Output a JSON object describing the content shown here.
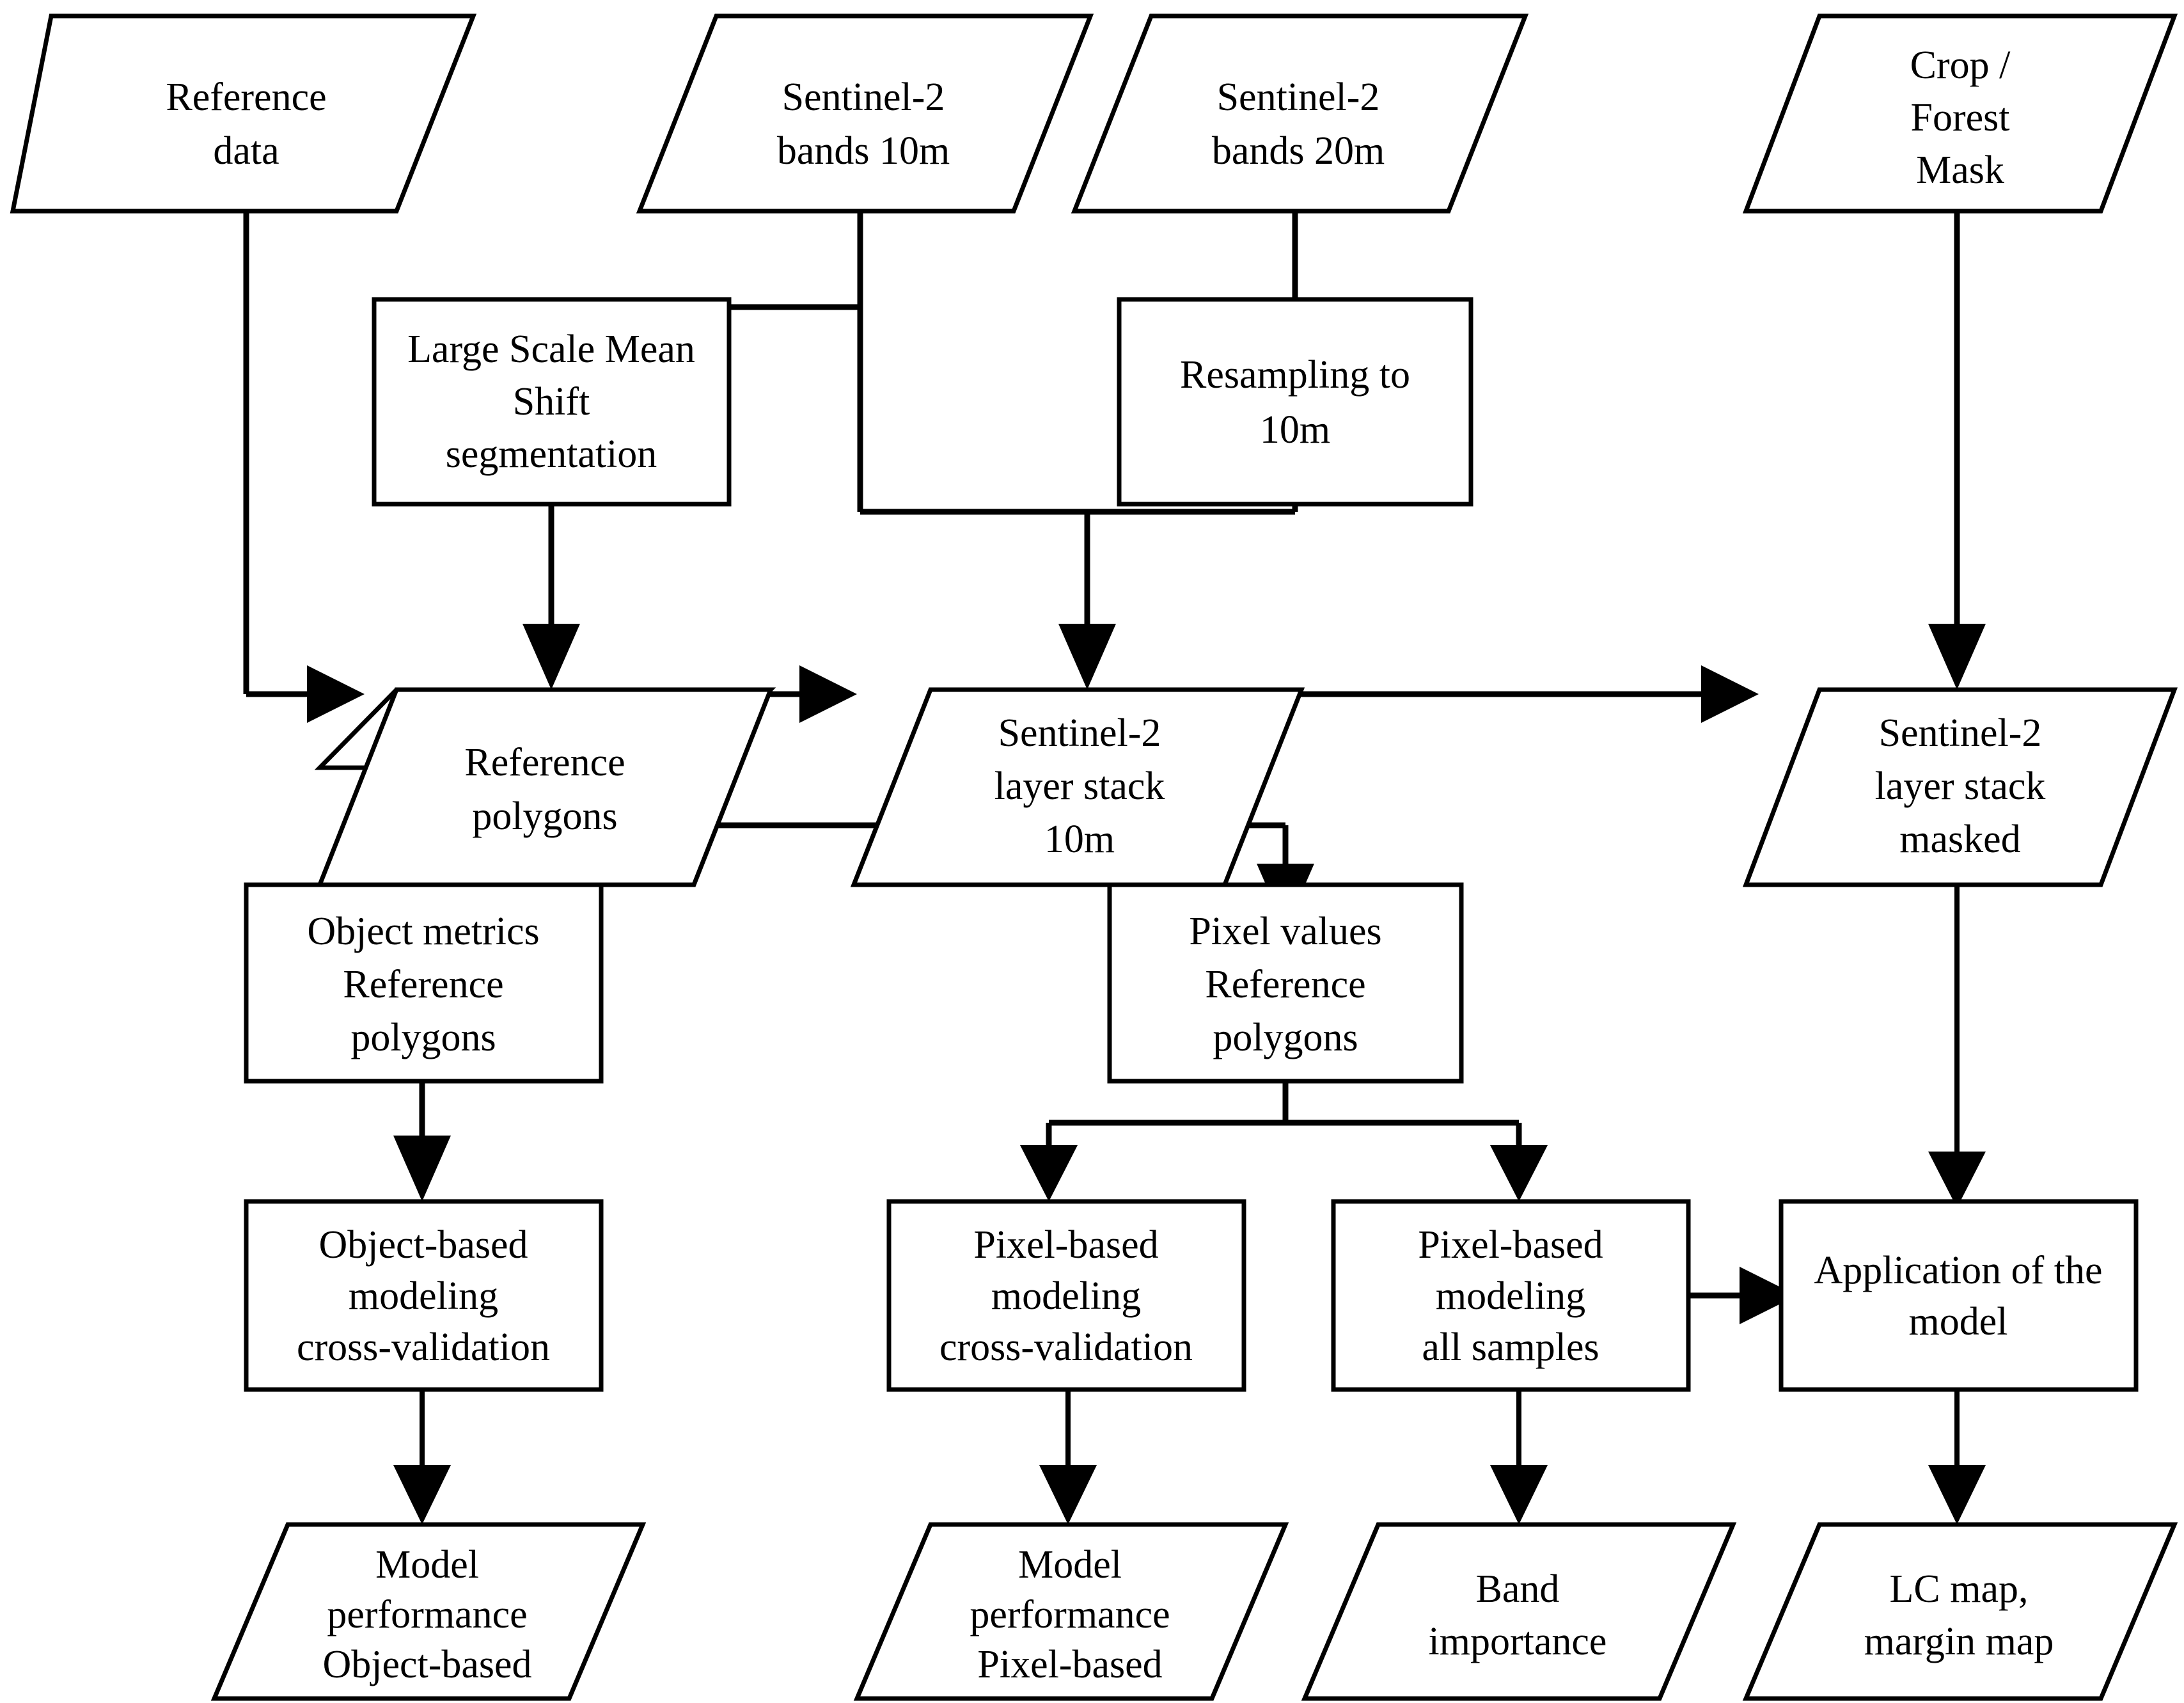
{
  "diagram": {
    "title": "Sentinel-2 land cover classification workflow",
    "type": "flowchart",
    "colors": {
      "stroke": "#000000",
      "fill": "#ffffff",
      "text": "#000000"
    },
    "shape_legend": {
      "parallelogram": "data / input / output",
      "rectangle": "process step"
    },
    "nodes": [
      {
        "id": "reference-data",
        "shape": "parallelogram",
        "lines": [
          "Reference",
          "data"
        ]
      },
      {
        "id": "s2-bands-10m",
        "shape": "parallelogram",
        "lines": [
          "Sentinel-2",
          "bands 10m"
        ]
      },
      {
        "id": "s2-bands-20m",
        "shape": "parallelogram",
        "lines": [
          "Sentinel-2",
          "bands 20m"
        ]
      },
      {
        "id": "crop-forest-mask",
        "shape": "parallelogram",
        "lines": [
          "Crop /",
          "Forest",
          "Mask"
        ]
      },
      {
        "id": "lsms-segmentation",
        "shape": "rectangle",
        "lines": [
          "Large Scale Mean",
          "Shift",
          "segmentation"
        ]
      },
      {
        "id": "resampling-10m",
        "shape": "rectangle",
        "lines": [
          "Resampling to",
          "10m"
        ]
      },
      {
        "id": "reference-polygons",
        "shape": "parallelogram",
        "lines": [
          "Reference",
          "polygons"
        ]
      },
      {
        "id": "s2-layer-stack-10m",
        "shape": "parallelogram",
        "lines": [
          "Sentinel-2",
          "layer stack",
          "10m"
        ]
      },
      {
        "id": "s2-layer-stack-masked",
        "shape": "parallelogram",
        "lines": [
          "Sentinel-2",
          "layer stack",
          "masked"
        ]
      },
      {
        "id": "object-metrics",
        "shape": "rectangle",
        "lines": [
          "Object metrics",
          "Reference",
          "polygons"
        ]
      },
      {
        "id": "pixel-values",
        "shape": "rectangle",
        "lines": [
          "Pixel values",
          "Reference",
          "polygons"
        ]
      },
      {
        "id": "object-based-modeling",
        "shape": "rectangle",
        "lines": [
          "Object-based",
          "modeling",
          "cross-validation"
        ]
      },
      {
        "id": "pixel-based-modeling-cv",
        "shape": "rectangle",
        "lines": [
          "Pixel-based",
          "modeling",
          "cross-validation"
        ]
      },
      {
        "id": "pixel-based-modeling-all",
        "shape": "rectangle",
        "lines": [
          "Pixel-based",
          "modeling",
          "all samples"
        ]
      },
      {
        "id": "application-of-model",
        "shape": "rectangle",
        "lines": [
          "Application of the",
          "model"
        ]
      },
      {
        "id": "model-perf-object",
        "shape": "parallelogram",
        "lines": [
          "Model",
          "performance",
          "Object-based"
        ]
      },
      {
        "id": "model-perf-pixel",
        "shape": "parallelogram",
        "lines": [
          "Model",
          "performance",
          "Pixel-based"
        ]
      },
      {
        "id": "band-importance",
        "shape": "parallelogram",
        "lines": [
          "Band",
          "importance"
        ]
      },
      {
        "id": "lc-map-margin-map",
        "shape": "parallelogram",
        "lines": [
          "LC map,",
          "margin map"
        ]
      }
    ],
    "edges": [
      {
        "from": "reference-data",
        "to": "reference-polygons",
        "style": "elbow-down-right"
      },
      {
        "from": "s2-bands-10m",
        "to": "lsms-segmentation",
        "style": "elbow-down-left"
      },
      {
        "from": "s2-bands-10m",
        "to": "s2-layer-stack-10m",
        "style": "merge-bus"
      },
      {
        "from": "s2-bands-20m",
        "to": "resampling-10m",
        "style": "straight-down"
      },
      {
        "from": "resampling-10m",
        "to": "s2-layer-stack-10m",
        "style": "merge-bus"
      },
      {
        "from": "lsms-segmentation",
        "to": "reference-polygons",
        "style": "straight-down"
      },
      {
        "from": "reference-polygons",
        "to": "s2-layer-stack-10m",
        "style": "straight-right"
      },
      {
        "from": "s2-layer-stack-10m",
        "to": "s2-layer-stack-masked",
        "style": "straight-right"
      },
      {
        "from": "crop-forest-mask",
        "to": "s2-layer-stack-masked",
        "style": "straight-down"
      },
      {
        "from": "s2-layer-stack-10m",
        "to": "object-metrics",
        "style": "split-bus"
      },
      {
        "from": "s2-layer-stack-10m",
        "to": "pixel-values",
        "style": "split-bus"
      },
      {
        "from": "object-metrics",
        "to": "object-based-modeling",
        "style": "straight-down"
      },
      {
        "from": "pixel-values",
        "to": "pixel-based-modeling-cv",
        "style": "split-bus"
      },
      {
        "from": "pixel-values",
        "to": "pixel-based-modeling-all",
        "style": "split-bus"
      },
      {
        "from": "pixel-based-modeling-all",
        "to": "application-of-model",
        "style": "straight-right"
      },
      {
        "from": "s2-layer-stack-masked",
        "to": "application-of-model",
        "style": "straight-down"
      },
      {
        "from": "object-based-modeling",
        "to": "model-perf-object",
        "style": "straight-down"
      },
      {
        "from": "pixel-based-modeling-cv",
        "to": "model-perf-pixel",
        "style": "straight-down"
      },
      {
        "from": "pixel-based-modeling-all",
        "to": "band-importance",
        "style": "straight-down"
      },
      {
        "from": "application-of-model",
        "to": "lc-map-margin-map",
        "style": "straight-down"
      }
    ]
  }
}
